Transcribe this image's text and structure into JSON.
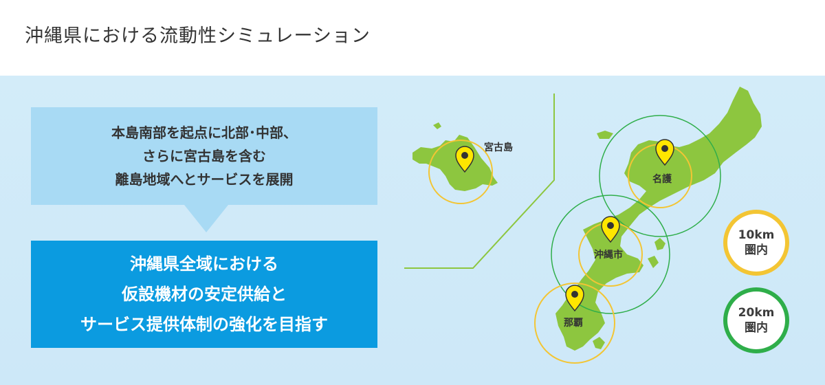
{
  "title": "沖縄県における流動性シミュレーション",
  "intro_box": {
    "lines": [
      "本島南部を起点に北部･中部、",
      "さらに宮古島を含む",
      "離島地域へとサービスを展開"
    ]
  },
  "goal_box": {
    "lines": [
      "沖縄県全域における",
      "仮設機材の安定供給と",
      "サービス提供体制の強化を目指す"
    ]
  },
  "map": {
    "locations": [
      "宮古島",
      "名護",
      "沖縄市",
      "那覇"
    ]
  },
  "legend": [
    {
      "line1": "10km",
      "line2": "圏内",
      "color": "#f3c534"
    },
    {
      "line1": "20km",
      "line2": "圏内",
      "color": "#2fae4a"
    }
  ],
  "colors": {
    "background": "#cde8f8",
    "intro_box": "#a8daf4",
    "goal_box": "#0b9be0",
    "land": "#8dc63f",
    "ring_10km": "#f3c534",
    "ring_20km": "#2fae4a",
    "pin": "#ffe600"
  }
}
